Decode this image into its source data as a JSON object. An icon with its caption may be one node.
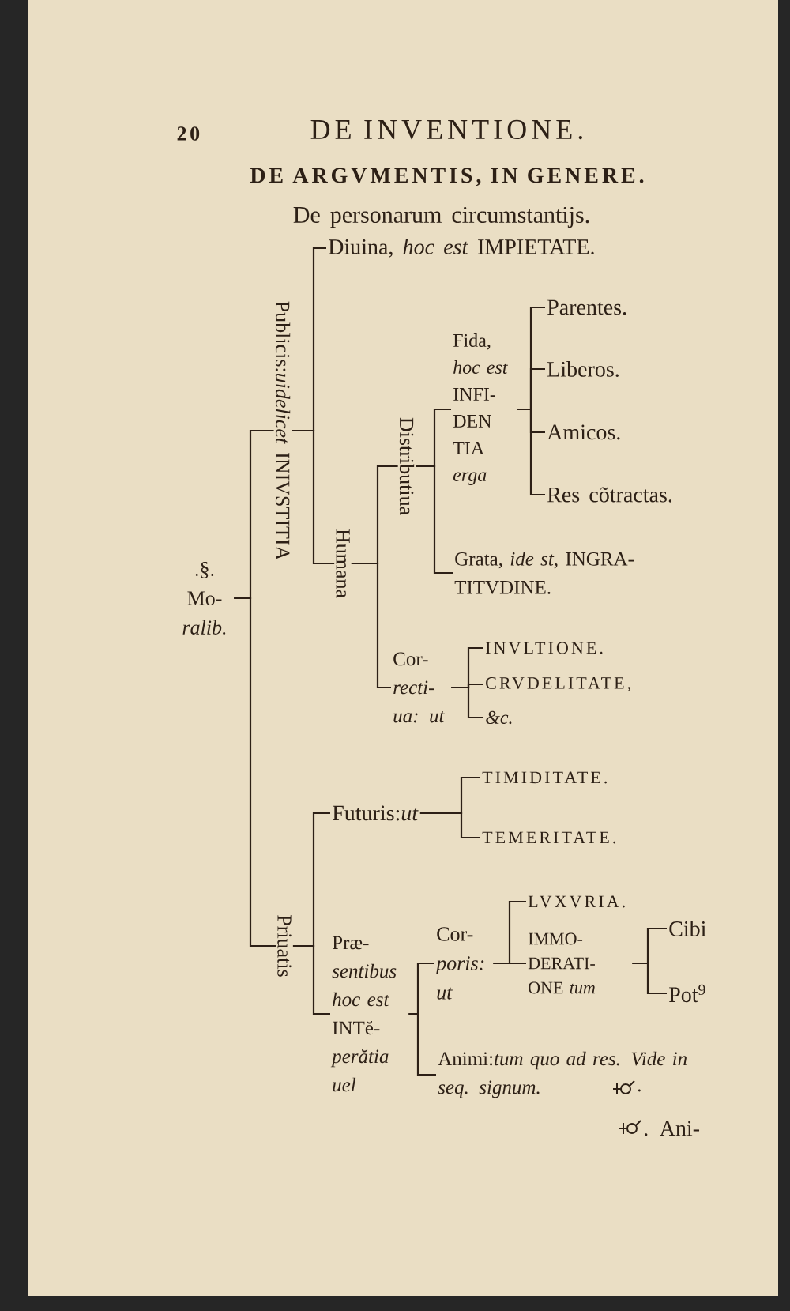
{
  "diagram": {
    "title": "DE INVENTIONE.",
    "nodes": [
      {
        "text": [
          ".§. Mo- *ralib.*"
        ]
      },
      {
        "text": [
          "Publicis:*uidelicet* INIVSTITIA"
        ]
      },
      {
        "text": [
          "Diuina, *hoc est* IMPIETATE."
        ]
      },
      {
        "text": [
          "Humana"
        ]
      },
      {
        "text": [
          "Distributiua"
        ]
      },
      {
        "text": [
          "Fida, *hoc est* INFI- DEN TIA *erga*"
        ]
      },
      {
        "text": [
          "Parentes."
        ]
      },
      {
        "text": [
          "Liberos."
        ]
      },
      {
        "text": [
          "Amicos."
        ]
      },
      {
        "text": [
          "Res cõtractas."
        ]
      },
      {
        "text": [
          "Grata, *ide st,* INGRA- TITVDINE."
        ]
      },
      {
        "text": [
          "Cor- *recti- ua: ut*"
        ]
      },
      {
        "text": [
          "INVLTIONE."
        ]
      },
      {
        "text": [
          "CRVDELITATE,"
        ]
      },
      {
        "text": [
          "*&c.*"
        ]
      },
      {
        "text": [
          "Priuatis"
        ]
      },
      {
        "text": [
          "Futuris:*ut*"
        ]
      },
      {
        "text": [
          "TIMIDITATE."
        ]
      },
      {
        "text": [
          "TEMERITATE."
        ]
      },
      {
        "text": [
          "Præ- *sentibus hoc est* INTĕ- *perătia uel*"
        ]
      },
      {
        "text": [
          "Cor- *poris: ut*"
        ]
      },
      {
        "text": [
          "LVXVRIA."
        ]
      },
      {
        "text": [
          "IMMO- DERATI- ONE *tum*"
        ]
      },
      {
        "text": [
          "Cibi"
        ]
      },
      {
        "text": [
          "Pot$^{9}$"
        ]
      },
      {
        "text": [
          "Animi:*tum quo ad res. Vide in seq. signum.*"
        ]
      }
    ],
    "edges": [
      {
        "from": 0,
        "to": 1,
        "arrow": "none"
      },
      {
        "from": 0,
        "to": 15,
        "arrow": "none"
      },
      {
        "from": 1,
        "to": 2,
        "arrow": "none"
      },
      {
        "from": 1,
        "to": 3,
        "arrow": "none"
      },
      {
        "from": 3,
        "to": 4,
        "arrow": "none"
      },
      {
        "from": 3,
        "to": 11,
        "arrow": "none"
      },
      {
        "from": 4,
        "to": 5,
        "arrow": "none"
      },
      {
        "from": 4,
        "to": 10,
        "arrow": "none"
      },
      {
        "from": 5,
        "to": 6,
        "arrow": "none"
      },
      {
        "from": 5,
        "to": 7,
        "arrow": "none"
      },
      {
        "from": 5,
        "to": 8,
        "arrow": "none"
      },
      {
        "from": 5,
        "to": 9,
        "arrow": "none"
      },
      {
        "from": 11,
        "to": 12,
        "arrow": "none"
      },
      {
        "from": 11,
        "to": 13,
        "arrow": "none"
      },
      {
        "from": 11,
        "to": 14,
        "arrow": "none"
      },
      {
        "from": 15,
        "to": 16,
        "arrow": "none"
      },
      {
        "from": 15,
        "to": 19,
        "arrow": "none"
      },
      {
        "from": 16,
        "to": 17,
        "arrow": "none"
      },
      {
        "from": 16,
        "to": 18,
        "arrow": "none"
      },
      {
        "from": 19,
        "to": 20,
        "arrow": "none"
      },
      {
        "from": 19,
        "to": 25,
        "arrow": "none"
      },
      {
        "from": 20,
        "to": 21,
        "arrow": "none"
      },
      {
        "from": 20,
        "to": 22,
        "arrow": "none"
      },
      {
        "from": 22,
        "to": 23,
        "arrow": "none"
      },
      {
        "from": 22,
        "to": 24,
        "arrow": "none"
      }
    ],
    "labels": [
      "20",
      "DE ARGVMENTIS, IN GENERE.",
      "De personarum circumstantijs.",
      ".",
      ". Ani-"
    ]
  }
}
